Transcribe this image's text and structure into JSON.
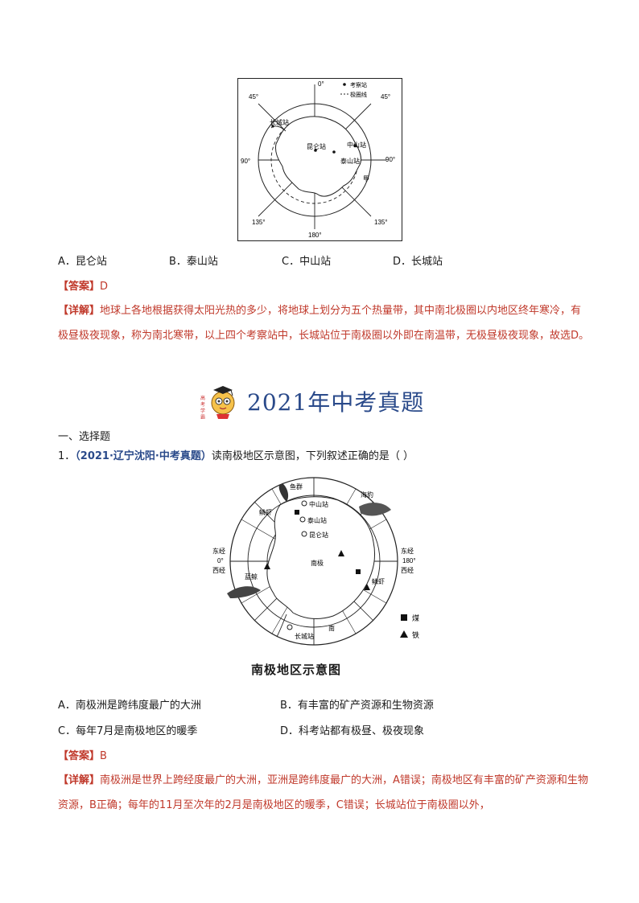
{
  "q_prev": {
    "map": {
      "labels": {
        "lon0": "0°",
        "lon45_left": "45°",
        "lon45_right": "45°",
        "lon90_left": "90°",
        "lon90_right": "90°",
        "lon135_left": "135°",
        "lon135_right": "135°",
        "lon180": "180°",
        "legend_station": "考察站",
        "legend_circle": "极圈线",
        "st_changcheng": "长城站",
        "st_kunlun": "昆仑站",
        "st_zhongshan": "中山站",
        "st_taishan": "泰山站",
        "jia": "甲"
      }
    },
    "options": [
      "A．昆仑站",
      "B．泰山站",
      "C．中山站",
      "D．长城站"
    ],
    "answer_tag": "【答案】",
    "answer_value": "D",
    "detail_tag": "【详解】",
    "detail_text": "地球上各地根据获得太阳光热的多少，将地球上划分为五个热量带，其中南北极圈以内地区终年寒冷，有极昼极夜现象，称为南北寒带，以上四个考察站中，长城站位于南极圈以外即在南温带，无极昼极夜现象，故选D。"
  },
  "heading": {
    "title": "2021年中考真题",
    "logo_text": "高考学霸"
  },
  "section": "一、选择题",
  "q1": {
    "number": "1．",
    "source": "（2021·辽宁沈阳·中考真题）",
    "stem": "读南极地区示意图，下列叙述正确的是（    ）",
    "map": {
      "caption": "南极地区示意图",
      "labels": {
        "zhongshan": "中山站",
        "taishan": "泰山站",
        "kunlun": "昆仑站",
        "changcheng": "长城站",
        "nanji": "南极",
        "yuqun": "鱼群",
        "haibao": "海豹",
        "linxia1": "鳞虾",
        "linxia2": "鳞虾",
        "lanjing": "蓝鲸",
        "east0_a": "东经",
        "east0_b": "0°",
        "east0_c": "西经",
        "e180_a": "东经",
        "e180_b": "180°",
        "e180_c": "西经",
        "nan": "南",
        "legend_coal": "煤",
        "legend_iron": "铁"
      }
    },
    "options": [
      "A．南极洲是跨纬度最广的大洲",
      "B．有丰富的矿产资源和生物资源",
      "C．每年7月是南极地区的暖季",
      "D．科考站都有极昼、极夜现象"
    ],
    "answer_tag": "【答案】",
    "answer_value": "B",
    "detail_tag": "【详解】",
    "detail_text": "南极洲是世界上跨经度最广的大洲，亚洲是跨纬度最广的大洲，A错误；南极地区有丰富的矿产资源和生物资源，B正确；每年的11月至次年的2月是南极地区的暖季，C错误；长城站位于南极圈以外，"
  }
}
